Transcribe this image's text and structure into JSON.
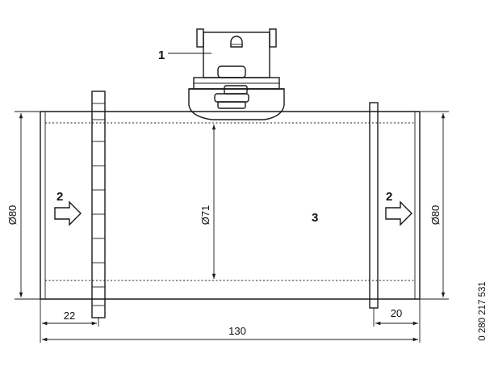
{
  "callouts": {
    "connector": "1",
    "flow_left": "2",
    "flow_right": "2",
    "tube": "3"
  },
  "dimensions": {
    "diameter_left": "Ø80",
    "diameter_inner": "Ø71",
    "diameter_right": "Ø80",
    "length_left": "22",
    "length_total": "130",
    "length_right": "20"
  },
  "part_number": "0 280 217 531"
}
